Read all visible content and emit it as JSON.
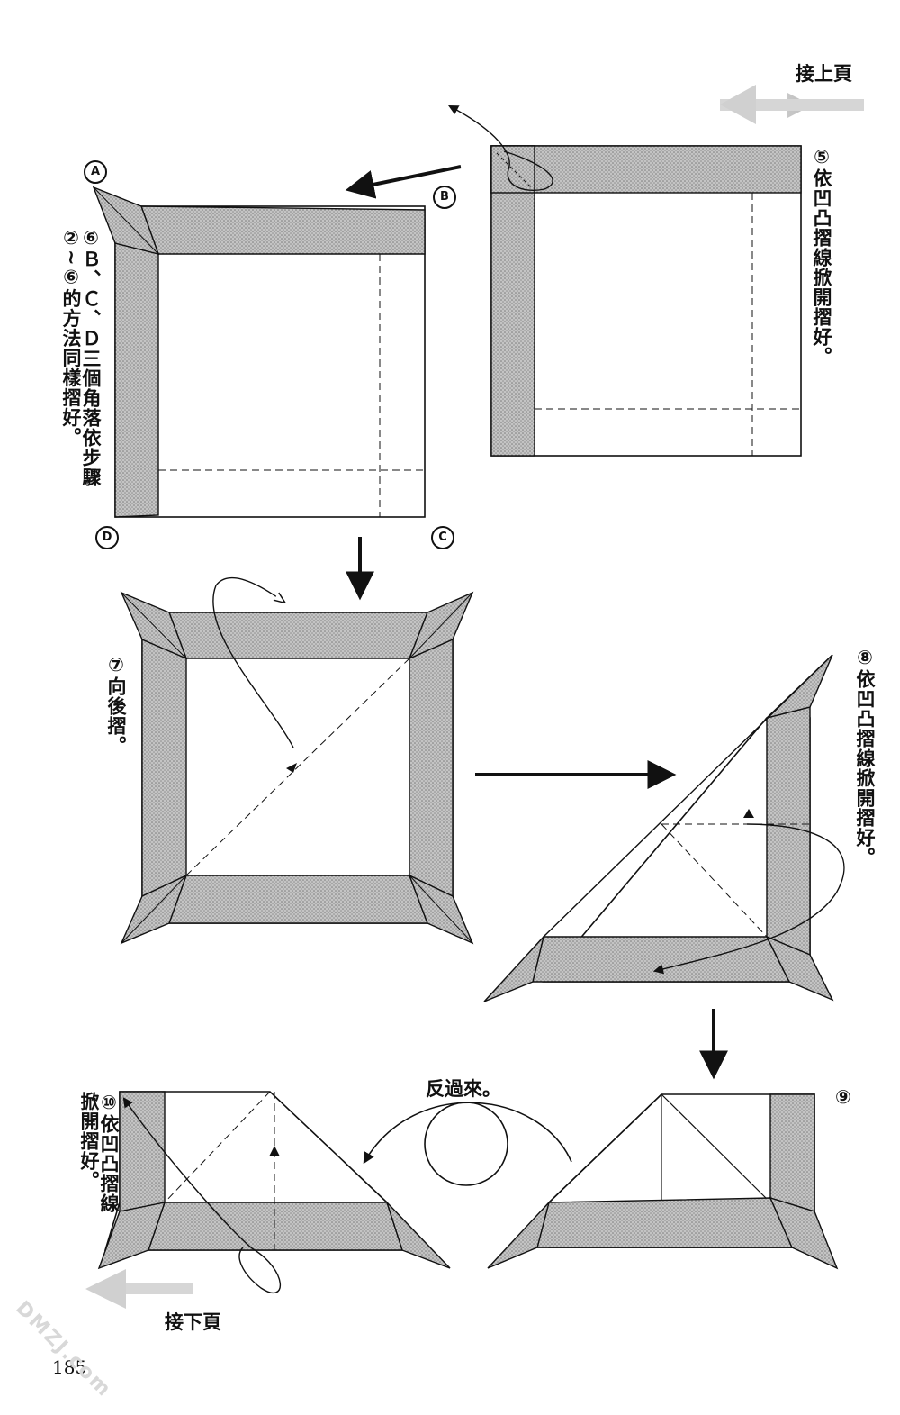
{
  "nav": {
    "prev_page": "接上頁",
    "next_page": "接下頁"
  },
  "steps": [
    {
      "id": "5",
      "text": "⑤依凹凸摺線掀開摺好。"
    },
    {
      "id": "6",
      "text": "⑥Ｂ、Ｃ、Ｄ三個角落依步驟②~⑥的方法同樣摺好。"
    },
    {
      "id": "7",
      "text": "⑦向後摺。"
    },
    {
      "id": "8",
      "text": "⑧依凹凸摺線掀開摺好。"
    },
    {
      "id": "9",
      "text": "⑨"
    },
    {
      "id": "10",
      "text": "⑩依凹凸摺線掀開摺好。"
    }
  ],
  "corner_labels": {
    "a": "A",
    "b": "B",
    "c": "C",
    "d": "D"
  },
  "flip_label": "反過來。",
  "page_number": "185",
  "watermark": "DMZJ.com",
  "colors": {
    "line": "#111111",
    "shade": "#b9b9b9",
    "arrow_gray": "#cccccc"
  }
}
